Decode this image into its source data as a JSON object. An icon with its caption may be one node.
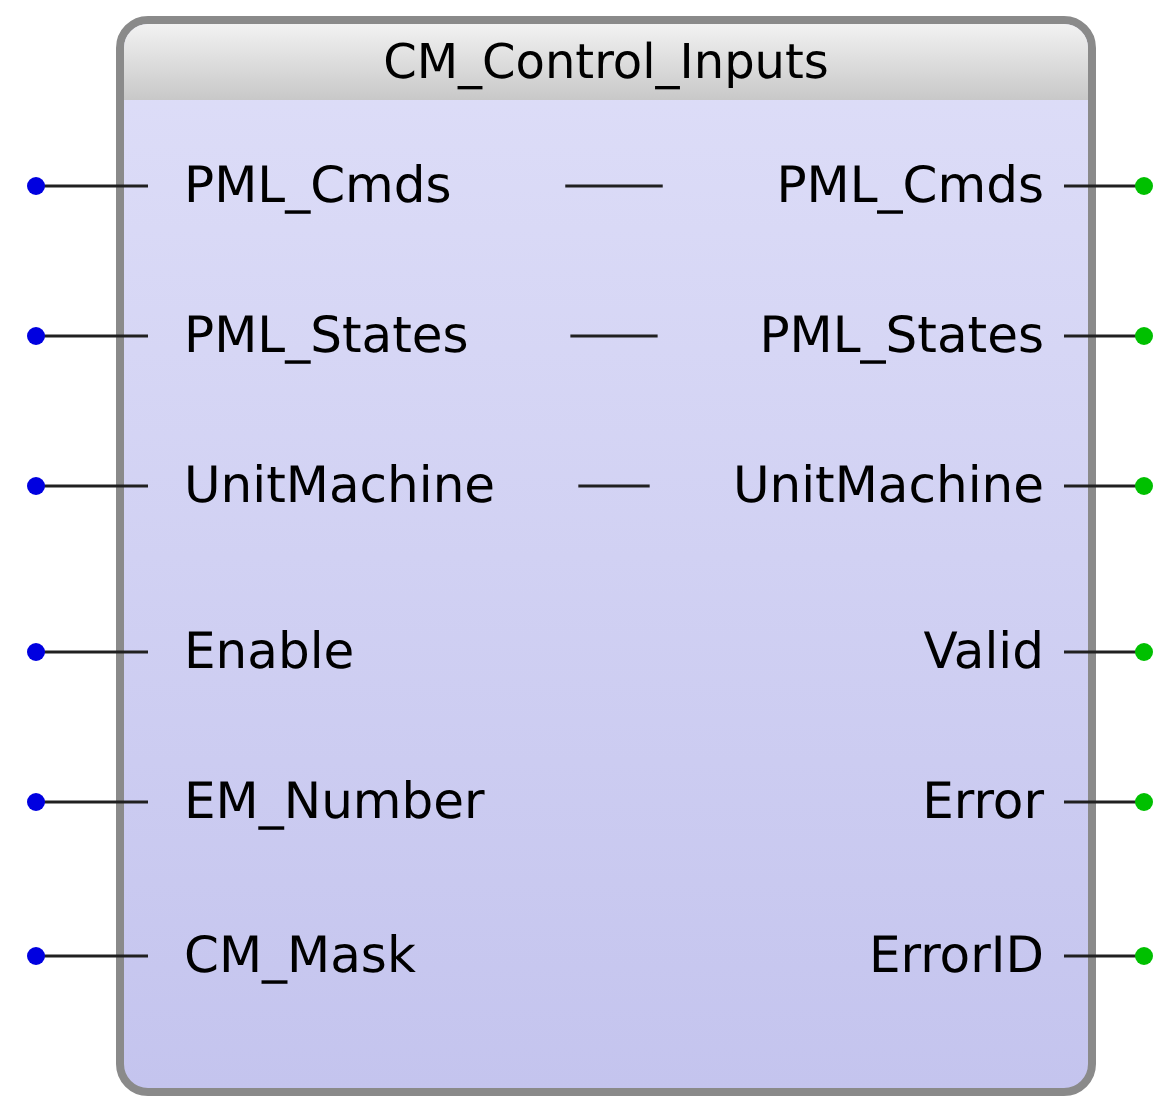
{
  "diagram": {
    "nodes": [
      {
        "text": [
          "CM_Control_Inputs"
        ]
      },
      {
        "text": [
          "PML_Cmds"
        ],
        "in": 0
      },
      {
        "text": [
          "PML_Cmds"
        ],
        "in": 0
      },
      {
        "text": [
          "PML_States"
        ],
        "in": 0
      },
      {
        "text": [
          "PML_States"
        ],
        "in": 0
      },
      {
        "text": [
          "UnitMachine"
        ],
        "in": 0
      },
      {
        "text": [
          "UnitMachine"
        ],
        "in": 0
      },
      {
        "text": [
          "Enable"
        ],
        "in": 0
      },
      {
        "text": [
          "Valid"
        ],
        "in": 0
      },
      {
        "text": [
          "EM_Number"
        ],
        "in": 0
      },
      {
        "text": [
          "Error"
        ],
        "in": 0
      },
      {
        "text": [
          "CM_Mask"
        ],
        "in": 0
      },
      {
        "text": [
          "ErrorID"
        ],
        "in": 0
      }
    ],
    "edges": [
      {
        "from": null,
        "to": 1,
        "arrow": "other"
      },
      {
        "from": 1,
        "to": 2,
        "arrow": "none"
      },
      {
        "from": 2,
        "to": null,
        "arrow": "other"
      },
      {
        "from": null,
        "to": 3,
        "arrow": "other"
      },
      {
        "from": 3,
        "to": 4,
        "arrow": "none"
      },
      {
        "from": 4,
        "to": null,
        "arrow": "other"
      },
      {
        "from": null,
        "to": 5,
        "arrow": "other"
      },
      {
        "from": 5,
        "to": 6,
        "arrow": "none"
      },
      {
        "from": 6,
        "to": null,
        "arrow": "other"
      },
      {
        "from": null,
        "to": 7,
        "arrow": "other"
      },
      {
        "from": 8,
        "to": null,
        "arrow": "other"
      },
      {
        "from": null,
        "to": 9,
        "arrow": "other"
      },
      {
        "from": 10,
        "to": null,
        "arrow": "other"
      },
      {
        "from": null,
        "to": 11,
        "arrow": "other"
      },
      {
        "from": 12,
        "to": null,
        "arrow": "other"
      }
    ]
  }
}
